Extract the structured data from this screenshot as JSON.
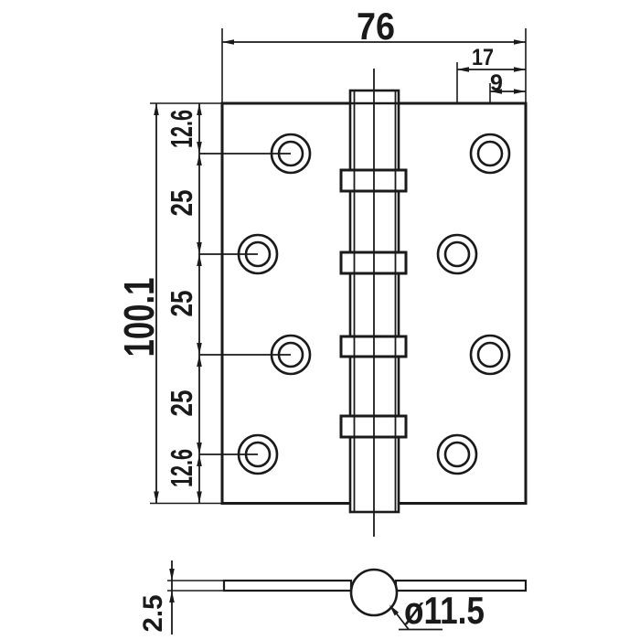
{
  "drawing": {
    "description_colors": {
      "ink": "#1a1a1a",
      "background": "#ffffff"
    },
    "dims": {
      "overall_width": "76",
      "right_hole_offset_outer": "17",
      "right_hole_offset_inner": "9",
      "overall_height": "100.1",
      "hole_spacing": {
        "top_margin": "12.6",
        "pitches": [
          "25",
          "25",
          "25"
        ],
        "bottom_margin": "12.6"
      },
      "leaf_thickness": "2.5",
      "knuckle_diameter": "ø11.5"
    }
  }
}
